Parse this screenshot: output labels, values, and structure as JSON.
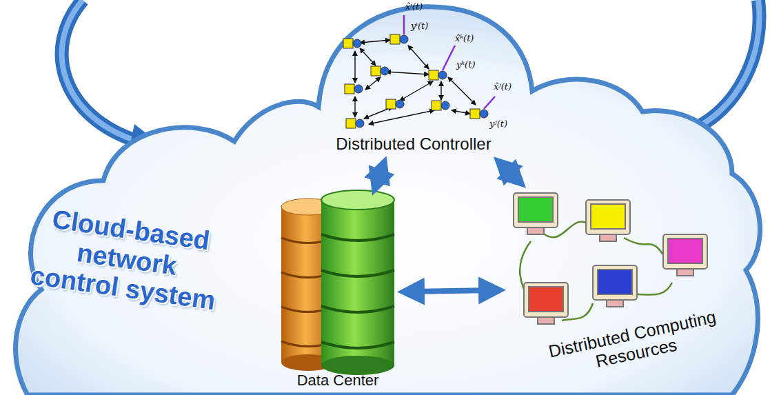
{
  "diagram": {
    "nodes": [
      {
        "text": [
          "Cloud-based network control system"
        ]
      },
      {
        "text": [
          "Distributed Controller"
        ],
        "in": 0
      },
      {
        "text": [
          "Data Center"
        ],
        "in": 0
      },
      {
        "text": [
          "Distributed Computing Resources"
        ],
        "in": 0
      }
    ],
    "edges": [
      {
        "from": 1,
        "to": 2,
        "arrow": "both"
      },
      {
        "from": 1,
        "to": 3,
        "arrow": "both"
      },
      {
        "from": 2,
        "to": 3,
        "arrow": "both"
      }
    ],
    "labels": [
      "x̂ⁱ(t)",
      "yⁱ(t)",
      "x̂ᵏ(t)",
      "yᵏ(t)",
      "x̂ʲ(t)",
      "yʲ(t)"
    ]
  }
}
